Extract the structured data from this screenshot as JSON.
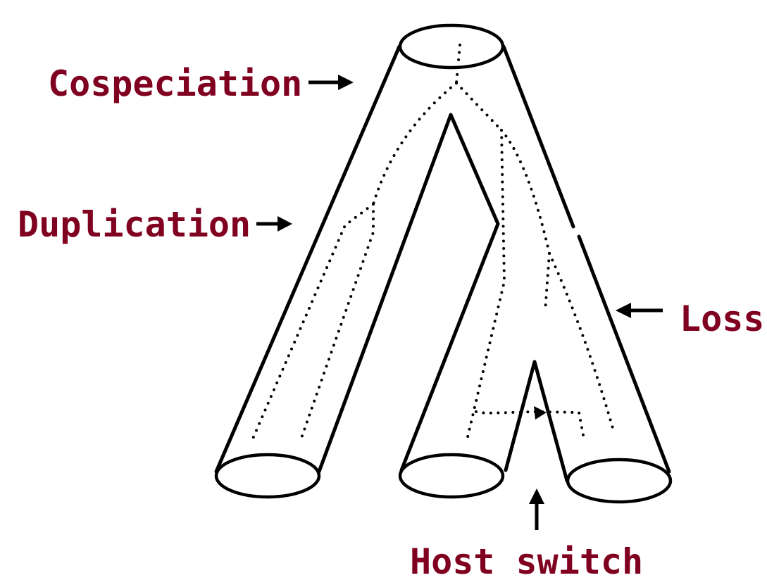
{
  "labels": {
    "cospeciation": "Cospeciation",
    "duplication": "Duplication",
    "loss": "Loss",
    "host_switch": "Host switch"
  },
  "colors": {
    "label": "#800020",
    "lines": "#000000",
    "background": "#ffffff"
  }
}
